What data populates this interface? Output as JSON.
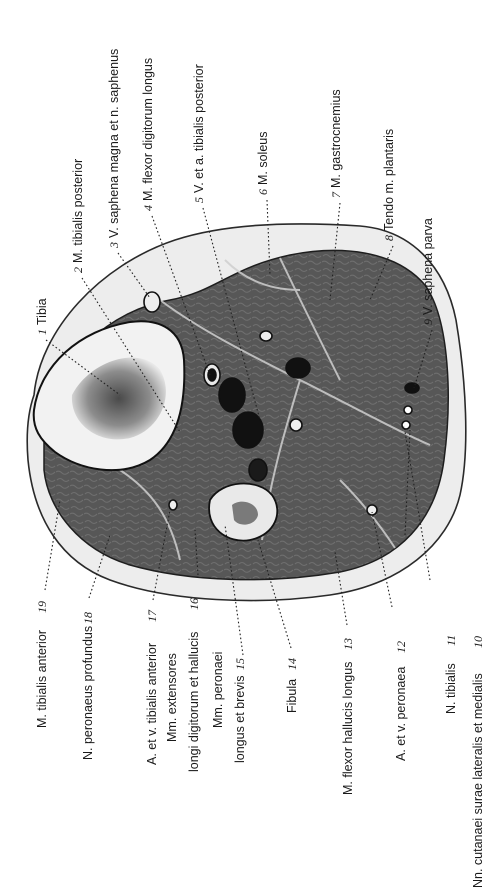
{
  "labels": {
    "l1": {
      "text": "Tibia",
      "num": "1"
    },
    "l2": {
      "text": "M. tibialis posterior",
      "num": "2"
    },
    "l3": {
      "text": "V. saphena magna et n. saphenus",
      "num": "3"
    },
    "l4": {
      "text": "M. flexor digitorum longus",
      "num": "4"
    },
    "l5": {
      "text": "V. et a. tibialis posterior",
      "num": "5"
    },
    "l6": {
      "text": "M. soleus",
      "num": "6"
    },
    "l7": {
      "text": "M. gastrocnemius",
      "num": "7"
    },
    "l8": {
      "text": "Tendo m. plantaris",
      "num": "8"
    },
    "l9": {
      "text": "V. saphena parva",
      "num": "9"
    },
    "l10": {
      "text": "Nn. cutanaei surae lateralis et medialis",
      "num": "10"
    },
    "l11": {
      "text": "N. tibialis",
      "num": "11"
    },
    "l12": {
      "text": "A. et v. peronaea",
      "num": "12"
    },
    "l13": {
      "text": "M. flexor hallucis longus",
      "num": "13"
    },
    "l14": {
      "text": "Fibula",
      "num": "14"
    },
    "l15a": {
      "text": "Mm. peronaei"
    },
    "l15b": {
      "text": "longus et brevis",
      "num": "15"
    },
    "l16a": {
      "text": "Mm. extensores"
    },
    "l16b": {
      "text": "longi digitorum et hallucis",
      "num": "16"
    },
    "l17": {
      "text": "A. et v. tibialis anterior",
      "num": "17"
    },
    "l18": {
      "text": "N. peronaeus profundus",
      "num": "18"
    },
    "l19": {
      "text": "M. tibialis anterior",
      "num": "19"
    }
  }
}
